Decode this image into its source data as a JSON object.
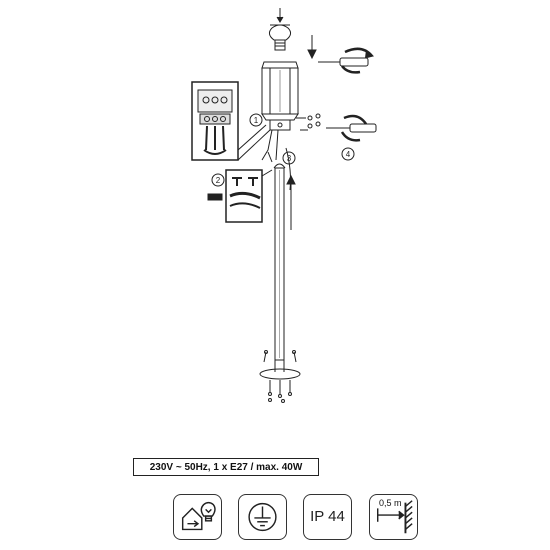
{
  "spec": {
    "text": "230V ~ 50Hz, 1 x E27 / max. 40W"
  },
  "icons": {
    "indoor_bulb": "house-bulb-icon",
    "earth": "protective-earth-icon",
    "ip_rating": "IP 44",
    "distance": "0,5 m"
  },
  "steps": [
    "1",
    "2",
    "3",
    "4"
  ]
}
